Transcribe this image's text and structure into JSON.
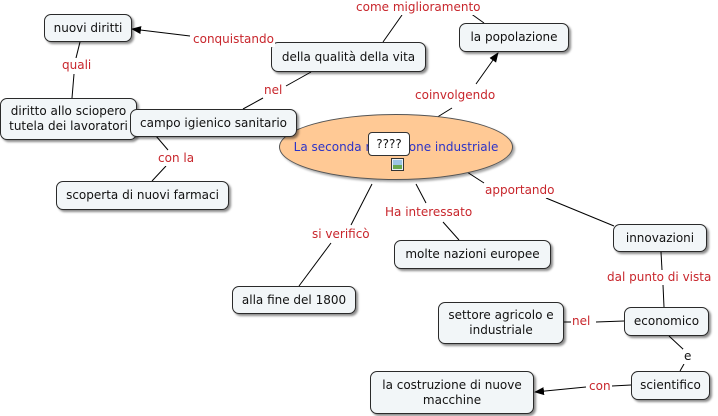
{
  "colors": {
    "concept_fill": "#f2f6f8",
    "root_fill": "#ffc995",
    "root_text": "#2d33c7",
    "link_phrase": "#c8262c",
    "line": "#000000"
  },
  "root": {
    "text": "La seconda rivoluzione industriale",
    "tooltip": "????",
    "icon": "image-icon"
  },
  "concepts": {
    "nuovi_diritti": "nuovi diritti",
    "qualita_vita": "della qualità della vita",
    "popolazione": "la popolazione",
    "diritto_sciopero": "diritto allo sciopero\ntutela dei lavoratori",
    "campo_igienico": "campo igienico sanitario",
    "nuovi_farmaci": "scoperta di nuovi farmaci",
    "fine_1800": "alla fine del 1800",
    "nazioni_europee": "molte nazioni europee",
    "innovazioni": "innovazioni",
    "settore": "settore agricolo e\nindustriale",
    "economico": "economico",
    "costruzione": "la costruzione di nuove\nmacchine",
    "scientifico": "scientifico"
  },
  "phrases": {
    "come_miglioramento": "come miglioramento",
    "conquistando": "conquistando",
    "coinvolgendo": "coinvolgendo",
    "quali": "quali",
    "nel1": "nel",
    "con_la": "con la",
    "apportando": "apportando",
    "ha_interessato": "Ha interessato",
    "si_verifico": "si verificò",
    "dal_punto_di_vista": "dal punto di vista",
    "nel2": "nel",
    "e": "e",
    "con": "con"
  }
}
